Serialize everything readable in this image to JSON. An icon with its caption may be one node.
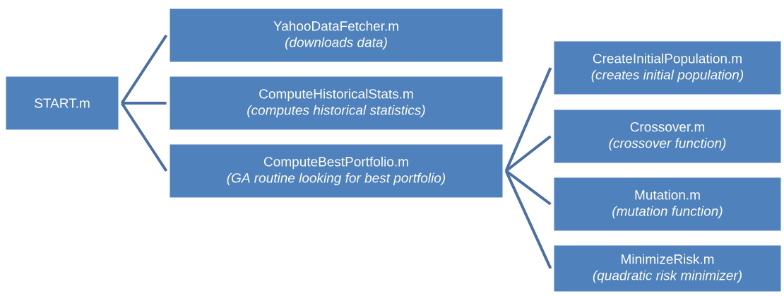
{
  "diagram": {
    "nodes": [
      {
        "text": [
          "START.m"
        ]
      },
      {
        "text": [
          "YahooDataFetcher.m",
          "(downloads data)"
        ]
      },
      {
        "text": [
          "ComputeHistoricalStats.m",
          "(computes historical statistics)"
        ]
      },
      {
        "text": [
          "ComputeBestPortfolio.m",
          "(GA routine looking for best portfolio)"
        ]
      },
      {
        "text": [
          "CreateInitialPopulation.m",
          "(creates initial population)"
        ]
      },
      {
        "text": [
          "Crossover.m",
          "(crossover function)"
        ]
      },
      {
        "text": [
          "Mutation.m",
          "(mutation function)"
        ]
      },
      {
        "text": [
          "MinimizeRisk.m",
          "(quadratic risk minimizer)"
        ]
      }
    ],
    "edges": [
      {
        "from": 0,
        "to": 1,
        "arrow": "none"
      },
      {
        "from": 0,
        "to": 2,
        "arrow": "none"
      },
      {
        "from": 0,
        "to": 3,
        "arrow": "none"
      },
      {
        "from": 3,
        "to": 4,
        "arrow": "none"
      },
      {
        "from": 3,
        "to": 5,
        "arrow": "none"
      },
      {
        "from": 3,
        "to": 6,
        "arrow": "none"
      },
      {
        "from": 3,
        "to": 7,
        "arrow": "none"
      }
    ]
  }
}
